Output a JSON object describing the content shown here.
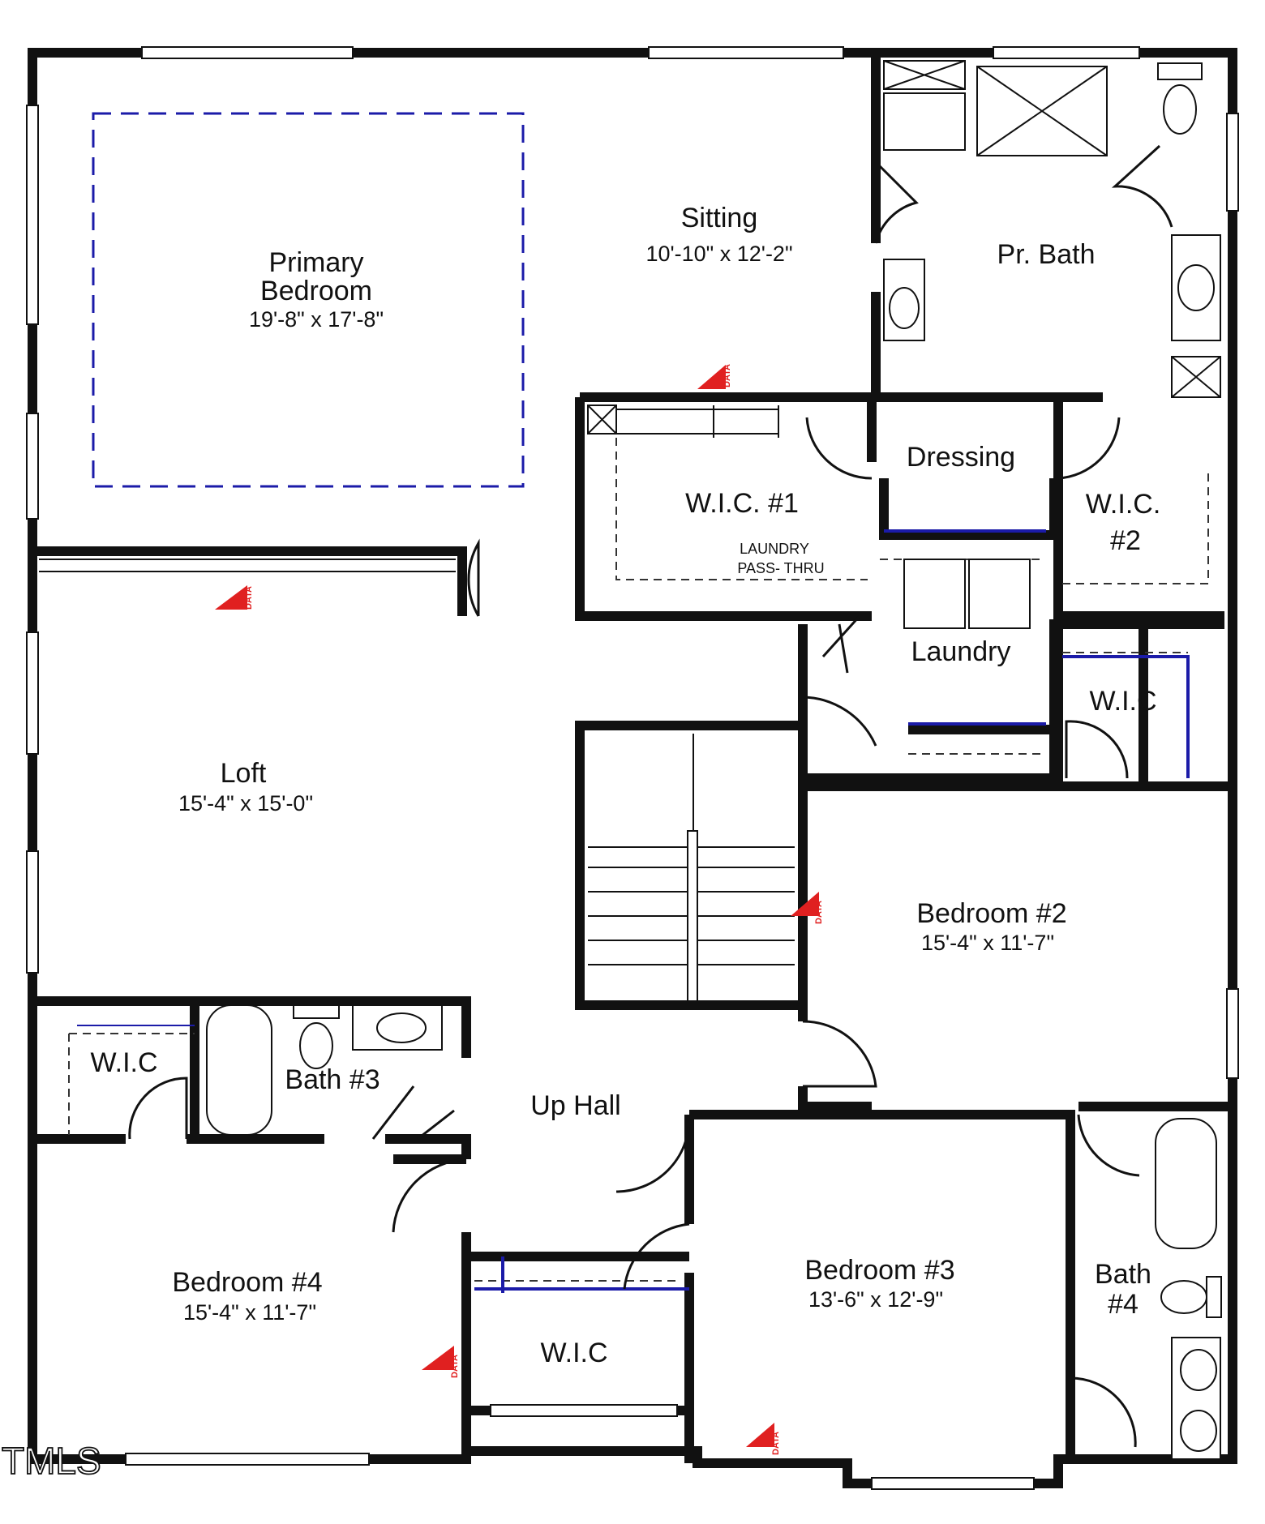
{
  "rooms": {
    "primary_bedroom": {
      "name_line1": "Primary",
      "name_line2": "Bedroom",
      "dims": "19'-8\" x 17'-8\""
    },
    "sitting": {
      "name": "Sitting",
      "dims": "10'-10\" x 12'-2\""
    },
    "primary_bath": {
      "name": "Pr. Bath"
    },
    "dressing": {
      "name": "Dressing"
    },
    "wic1": {
      "name": "W.I.C. #1"
    },
    "wic2": {
      "name_line1": "W.I.C.",
      "name_line2": "#2"
    },
    "laundry_note": {
      "line1": "LAUNDRY",
      "line2": "PASS- THRU"
    },
    "laundry": {
      "name": "Laundry"
    },
    "wic_bed2": {
      "name": "W.I.C"
    },
    "loft": {
      "name": "Loft",
      "dims": "15'-4\" x 15'-0\""
    },
    "bedroom2": {
      "name": "Bedroom #2",
      "dims": "15'-4\" x 11'-7\""
    },
    "wic_bed4": {
      "name": "W.I.C"
    },
    "bath3": {
      "name": "Bath #3"
    },
    "up_hall": {
      "name": "Up Hall"
    },
    "bedroom4": {
      "name": "Bedroom #4",
      "dims": "15'-4\" x 11'-7\""
    },
    "wic_bed3": {
      "name": "W.I.C"
    },
    "bedroom3": {
      "name": "Bedroom #3",
      "dims": "13'-6\" x 12'-9\""
    },
    "bath4": {
      "name_line1": "Bath",
      "name_line2": "#4"
    }
  },
  "markers": {
    "label": "DATA"
  },
  "watermark": "TMLS",
  "colors": {
    "wall": "#111111",
    "blue_lines": "#1b1ba8",
    "marker": "#e02020"
  }
}
